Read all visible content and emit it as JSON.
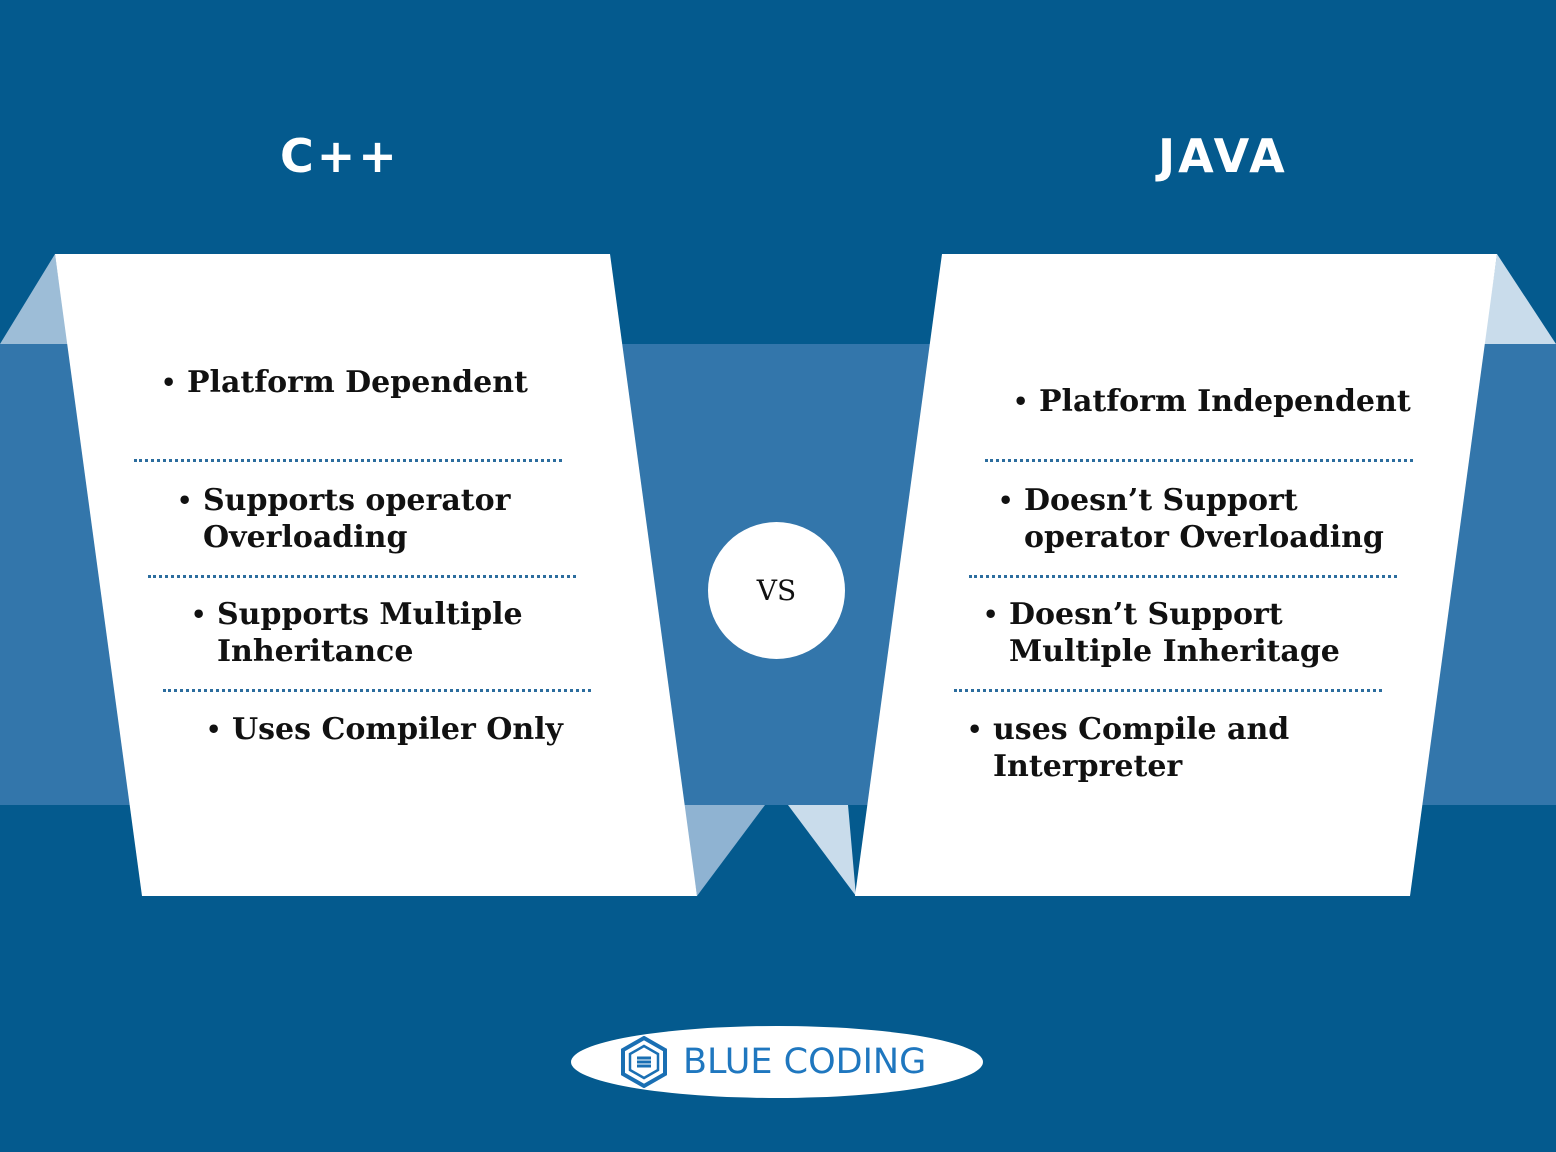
{
  "headings": {
    "left": "C++",
    "right": "JAVA"
  },
  "vs_label": "VS",
  "left_items": [
    {
      "lines": [
        "Platform Dependent"
      ]
    },
    {
      "lines": [
        "Supports operator",
        "Overloading"
      ]
    },
    {
      "lines": [
        "Supports Multiple",
        "Inheritance"
      ]
    },
    {
      "lines": [
        "Uses Compiler Only"
      ]
    }
  ],
  "right_items": [
    {
      "lines": [
        "Platform Independent"
      ]
    },
    {
      "lines": [
        "Doesn’t Support",
        "operator Overloading"
      ]
    },
    {
      "lines": [
        "Doesn’t Support",
        "Multiple Inheritage"
      ]
    },
    {
      "lines": [
        "uses Compile and",
        "Interpreter"
      ]
    }
  ],
  "logo": {
    "text": "BLUE CODING",
    "icon": "hexagon-logo-icon"
  },
  "colors": {
    "background": "#045a8e",
    "band": "#3376ab",
    "card": "#ffffff",
    "divider": "#2c6d9e",
    "logo_text": "#1f77bf"
  }
}
